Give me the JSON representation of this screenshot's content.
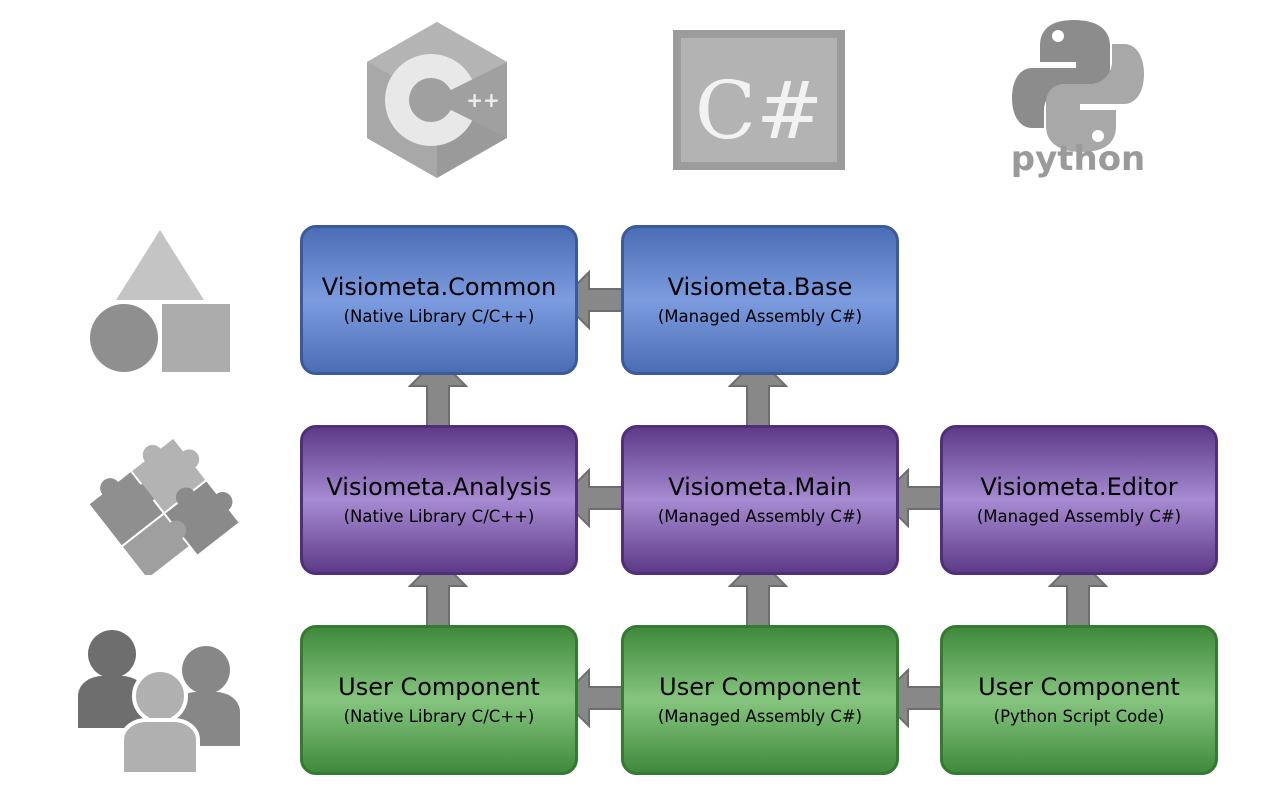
{
  "logos": {
    "cpp": {
      "symbol": "++"
    },
    "csharp": {
      "symbol": "C#"
    },
    "python": {
      "wordmark": "python"
    }
  },
  "rows": [
    {
      "tier": "common",
      "boxes": [
        {
          "title": "Visiometa.Common",
          "subtitle": "(Native Library C/C++)"
        },
        {
          "title": "Visiometa.Base",
          "subtitle": "(Managed Assembly C#)"
        }
      ]
    },
    {
      "tier": "analysis",
      "boxes": [
        {
          "title": "Visiometa.Analysis",
          "subtitle": "(Native Library C/C++)"
        },
        {
          "title": "Visiometa.Main",
          "subtitle": "(Managed Assembly C#)"
        },
        {
          "title": "Visiometa.Editor",
          "subtitle": "(Managed Assembly C#)"
        }
      ]
    },
    {
      "tier": "user",
      "boxes": [
        {
          "title": "User Component",
          "subtitle": "(Native Library C/C++)"
        },
        {
          "title": "User Component",
          "subtitle": "(Managed Assembly C#)"
        },
        {
          "title": "User Component",
          "subtitle": "(Python Script Code)"
        }
      ]
    }
  ],
  "colors": {
    "tier1": "#4a6db4",
    "tier2": "#5e3a88",
    "tier3": "#3f8a3c",
    "arrow": "#888888",
    "icon": "#a6a6a6"
  }
}
